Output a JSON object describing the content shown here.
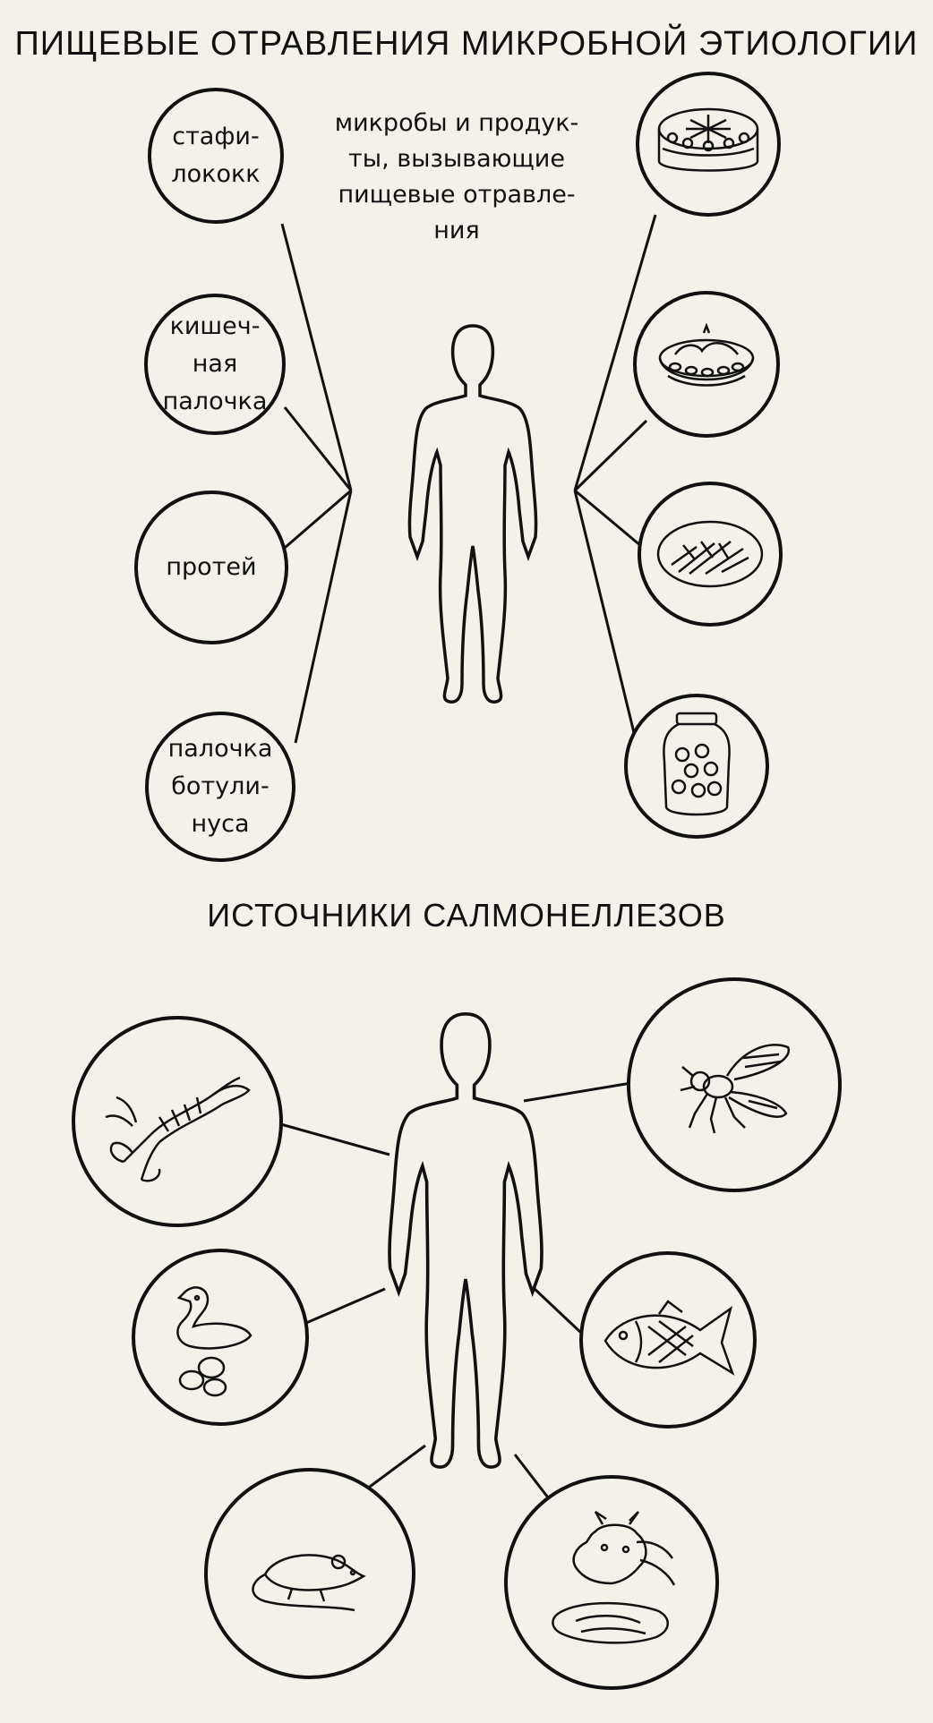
{
  "diagram1": {
    "title": "ПИЩЕВЫЕ ОТРАВЛЕНИЯ МИКРОБНОЙ ЭТИОЛОГИИ",
    "caption": [
      "микробы и продук-",
      "ты, вызывающие",
      "пищевые отравле-",
      "ния"
    ],
    "microbes": [
      {
        "lines": [
          "стафи-",
          "лококк"
        ]
      },
      {
        "lines": [
          "кишеч-",
          "ная",
          "палочка"
        ]
      },
      {
        "lines": [
          "протей"
        ]
      },
      {
        "lines": [
          "палочка",
          "ботули-",
          "нуса"
        ]
      }
    ],
    "foods": [
      {
        "icon": "cake-icon"
      },
      {
        "icon": "pie-icon"
      },
      {
        "icon": "fish-dish-icon"
      },
      {
        "icon": "canned-jar-icon"
      }
    ]
  },
  "diagram2": {
    "title": "ИСТОЧНИКИ САЛМОНЕЛЛЕЗОВ",
    "sources": [
      {
        "icon": "crayfish-icon"
      },
      {
        "icon": "fly-icon"
      },
      {
        "icon": "duck-and-eggs-icon"
      },
      {
        "icon": "fish-icon"
      },
      {
        "icon": "mouse-icon"
      },
      {
        "icon": "cattle-and-meat-icon"
      }
    ]
  }
}
